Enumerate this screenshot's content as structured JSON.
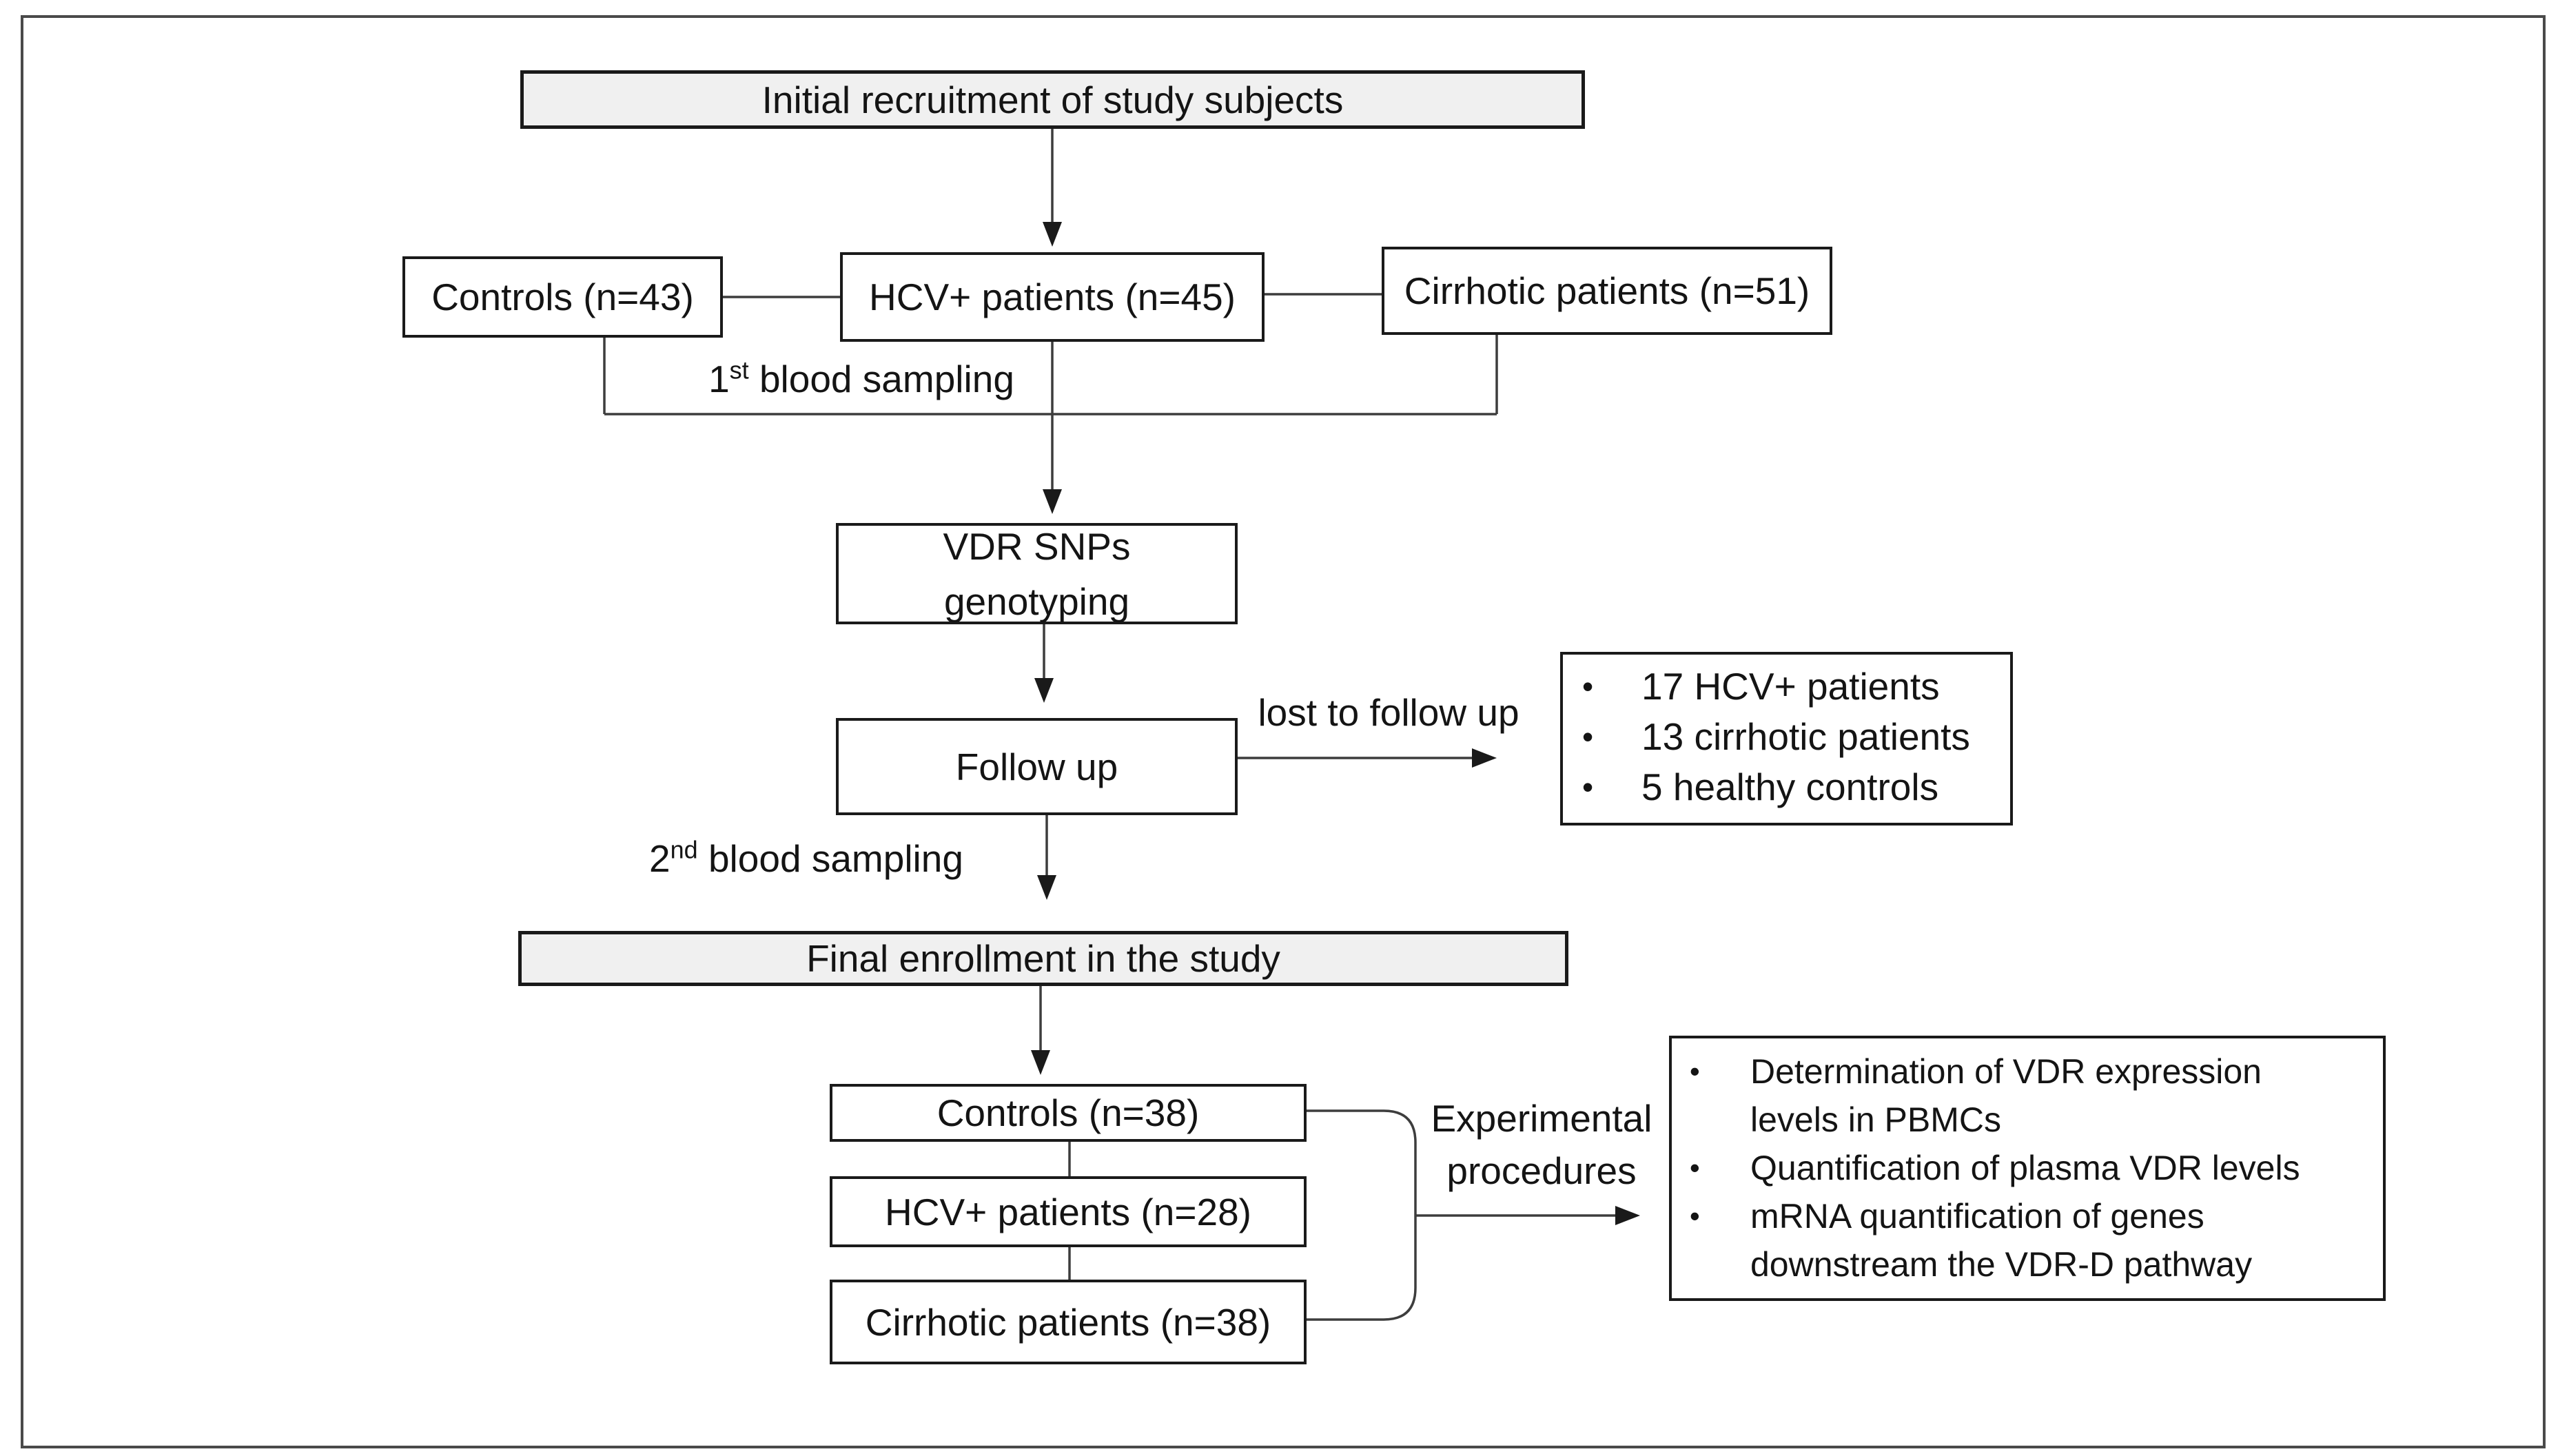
{
  "colors": {
    "canvas_bg": "#ffffff",
    "frame_border": "#4a4a4a",
    "node_border": "#1a1a1a",
    "node_fill": "#ffffff",
    "shaded_fill": "#f0f0f0",
    "line": "#3d3d3d",
    "text": "#141414"
  },
  "nodes": {
    "initial_recruitment": "Initial recruitment of study subjects",
    "controls_initial": "Controls (n=43)",
    "hcv_initial": "HCV+ patients (n=45)",
    "cirrhotic_initial": "Cirrhotic patients (n=51)",
    "vdr_genotyping_line1": "VDR SNPs",
    "vdr_genotyping_line2": "genotyping",
    "follow_up": "Follow up",
    "final_enrollment": "Final enrollment in the study",
    "controls_final": "Controls (n=38)",
    "hcv_final": "HCV+ patients (n=28)",
    "cirrhotic_final": "Cirrhotic patients (n=38)"
  },
  "labels": {
    "first_sampling": {
      "base": "1",
      "sup": "st",
      "rest": " blood sampling"
    },
    "second_sampling": {
      "base": "2",
      "sup": "nd",
      "rest": " blood sampling"
    },
    "lost_to_follow_up": "lost to follow up",
    "experimental_line1": "Experimental",
    "experimental_line2": "procedures"
  },
  "lost_box": {
    "items": [
      "17 HCV+ patients",
      "13 cirrhotic patients",
      "5 healthy controls"
    ]
  },
  "procedures_box": {
    "items": [
      "Determination of VDR expression\nlevels in PBMCs",
      "Quantification of plasma VDR levels",
      "mRNA quantification of genes\ndownstream the VDR-D pathway"
    ]
  }
}
